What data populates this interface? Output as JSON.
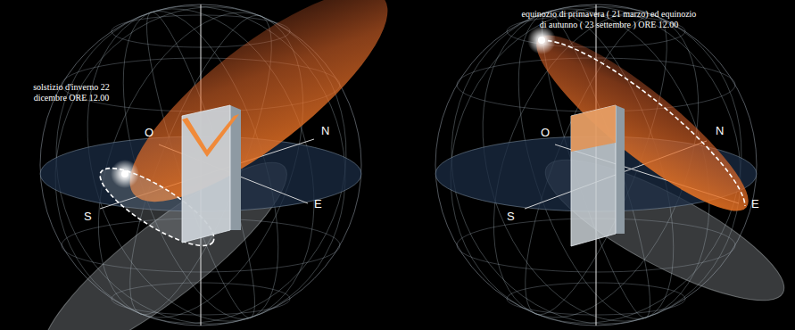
{
  "diagram": {
    "labels": [
      "solstizio d'inverno 22 dicembre ORE 12.00",
      "O",
      "N",
      "S",
      "E",
      "equinozio di primavera ( 21 marzo) ed equinozio di autunno ( 23 settembre ) ORE 12.00",
      "O",
      "N",
      "S",
      "E"
    ]
  }
}
